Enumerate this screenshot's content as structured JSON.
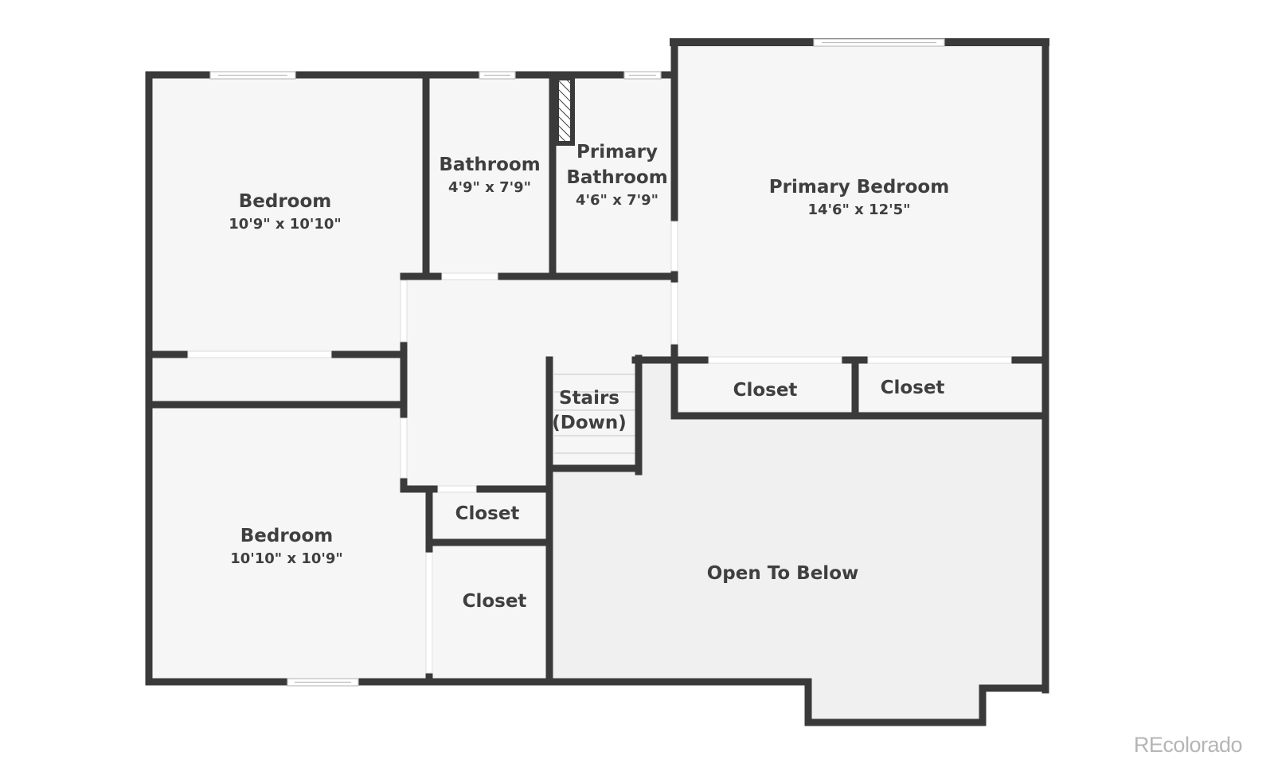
{
  "rooms": {
    "bedroom_top": {
      "name": "Bedroom",
      "dims": "10'9\" x 10'10\""
    },
    "bathroom": {
      "name": "Bathroom",
      "dims": "4'9\" x 7'9\""
    },
    "primary_bath": {
      "name_line1": "Primary",
      "name_line2": "Bathroom",
      "dims": "4'6\" x 7'9\""
    },
    "primary_bed": {
      "name": "Primary Bedroom",
      "dims": "14'6\" x 12'5\""
    },
    "closet_pb_left": {
      "name": "Closet"
    },
    "closet_pb_right": {
      "name": "Closet"
    },
    "stairs": {
      "name_line1": "Stairs",
      "name_line2": "(Down)"
    },
    "closet_hall": {
      "name": "Closet"
    },
    "closet_lower": {
      "name": "Closet"
    },
    "bedroom_bottom": {
      "name": "Bedroom",
      "dims": "10'10\" x 10'9\""
    },
    "open_to_below": {
      "name": "Open To Below"
    }
  },
  "watermark": "REcolorado",
  "colors": {
    "wall": "#3a3a3a",
    "floor": "#f6f6f6",
    "open_floor": "#f0f0f0",
    "opening": "#ffffff",
    "window": "#ffffff"
  }
}
